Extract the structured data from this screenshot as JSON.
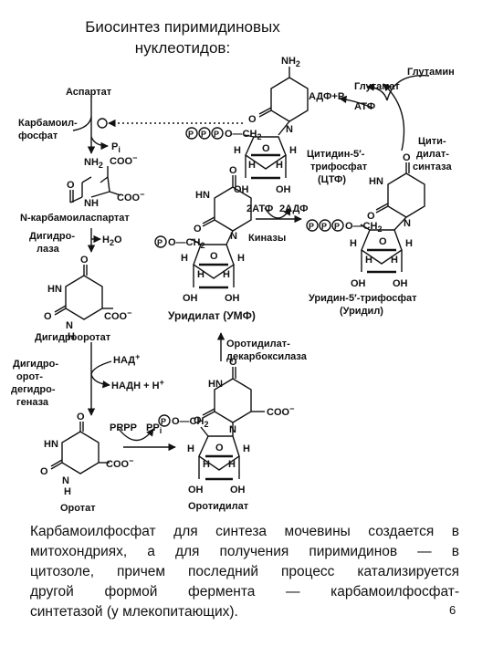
{
  "slide": {
    "title_line1": "Биосинтез пиримидиновых",
    "title_line2": "нуклеотидов:",
    "caption_lines": [
      "Карбамоилфосфат для синтеза мочевины создается в",
      "митохондриях, а для получения пиримидинов — в",
      "цитозоле, причем последний процесс катализируется",
      "другой формой фермента — карбамоилфосфат-",
      "синтетазой (у млекопитающих)."
    ],
    "page_number": "6"
  },
  "diagram": {
    "aspartate": "Аспартат",
    "carbamoylphosphate_1": "Карбамоил-",
    "carbamoylphosphate_2": "фосфат",
    "inhibit": "⊗",
    "pi": "P",
    "pi_sub": "i",
    "nh2": "NH",
    "nh2_sub": "2",
    "coo": "COO",
    "coo_sup": "−",
    "nh": "NH",
    "n_carbamoylaspartate": "N-карбамоиласпартат",
    "dihydroorotase_1": "Дигидро-",
    "dihydroorotase_2": "лаза",
    "h2o": "H",
    "h2o_sub": "2",
    "h2o_tail": "O",
    "o": "O",
    "hn": "HN",
    "h": "H",
    "n": "N",
    "dihydroorotate": "Дигидрооротат",
    "dhodh_1": "Дигидро-",
    "dhodh_2": "орот-",
    "dhodh_3": "дегидро-",
    "dhodh_4": "геназа",
    "nad": "НАД",
    "nad_sup": "+",
    "nadh": "НАДН + Н",
    "nadh_sup": "+",
    "orotate": "Оротат",
    "prpp": "PRPP",
    "ppi": "PP",
    "ppi_sub": "i",
    "p": "P",
    "o_ch2": "O—CH",
    "o_ch2_sub": "2",
    "oh": "OH",
    "orotidylate": "Оротидилат",
    "decarboxylase_1": "Оротидилат-",
    "decarboxylase_2": "декарбоксилаза",
    "ump": "Уридилат (УМФ)",
    "kinases": "Киназы",
    "two_atp": "2АТФ",
    "two_adp": "2АДФ",
    "utp_1": "Уридин-5′-трифосфат",
    "utp_2": "(Уридил)",
    "ctp_1": "Цитидин-5′-",
    "ctp_2": "трифосфат",
    "ctp_3": "(ЦТФ)",
    "ctps_1": "Цити-",
    "ctps_2": "дилат-",
    "ctps_3": "синтаза",
    "glutamine": "Глутамин",
    "glutamate": "Глутамат",
    "adp_pi": "АДФ+P",
    "adp_pi_sub": "i",
    "atp": "АТФ"
  }
}
